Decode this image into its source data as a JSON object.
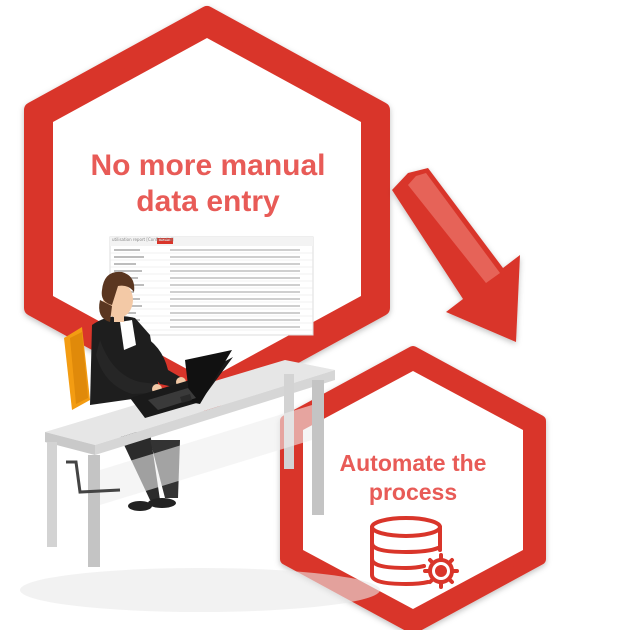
{
  "hexagon_top": {
    "line1": "No more manual",
    "line2": "data entry"
  },
  "hexagon_bottom": {
    "line1": "Automate the",
    "line2": "process",
    "icon": "database-gear-icon"
  },
  "spreadsheet": {
    "title": "utilisation report  [Confidential]",
    "tab": "Refresh"
  },
  "colors": {
    "brand_red": "#d9352a",
    "text_red": "#e85b57"
  }
}
